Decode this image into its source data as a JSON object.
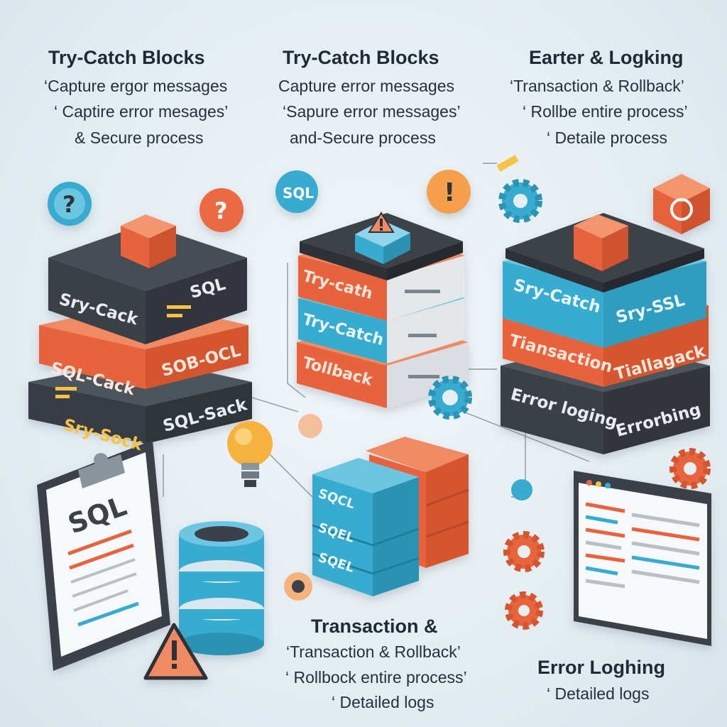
{
  "columns": [
    {
      "heading": "Try-Catch Blocks",
      "lines": [
        "‘Capture ergor messages",
        "‘ Captire error mesages’",
        "& Secure process"
      ]
    },
    {
      "heading": "Try-Catch Blocks",
      "lines": [
        "Capture error messages",
        "‘Sapure error messages’",
        "and-Secure process"
      ]
    },
    {
      "heading": "Earter & Logking",
      "lines": [
        "‘Transaction & Rollback’",
        "‘ Rollbe entire process’",
        "‘ Detaile process"
      ]
    }
  ],
  "stacks": {
    "left": {
      "top": [
        "Sry-Cack",
        "SQL"
      ],
      "middle": [
        "SQL-Cack",
        "SOB-OCL"
      ],
      "bottom": [
        "Sry-Sock",
        "SQL-Sack"
      ]
    },
    "center": {
      "top": "Try-cath",
      "middle": "Try-Catch",
      "bottom": "Tollback"
    },
    "right": {
      "top": [
        "Sry-Catch",
        "Sry-SSL"
      ],
      "middle": [
        "Tiansaction",
        "Tiallagack"
      ],
      "bottom": [
        "Error loging",
        "Errorbing"
      ]
    }
  },
  "small_stack_labels": [
    "SQCL",
    "SQEL",
    "SQEL"
  ],
  "badges": {
    "sql_bubble": "SQL",
    "question": "?",
    "exclaim": "!"
  },
  "clipboard_label": "SQL",
  "bottom_center": {
    "heading": "Transaction &",
    "lines": [
      "‘Transaction & Rollback’",
      "‘ Rollbock entire process’",
      "‘ Detailed logs"
    ]
  },
  "bottom_right": {
    "heading": "Error Loghing",
    "lines": [
      "‘ Detailed logs"
    ]
  },
  "colors": {
    "dark": "#3b4148",
    "orange": "#ec6a43",
    "blue": "#38acd0",
    "grey": "#d9dde0",
    "background": "#e6eef3"
  }
}
